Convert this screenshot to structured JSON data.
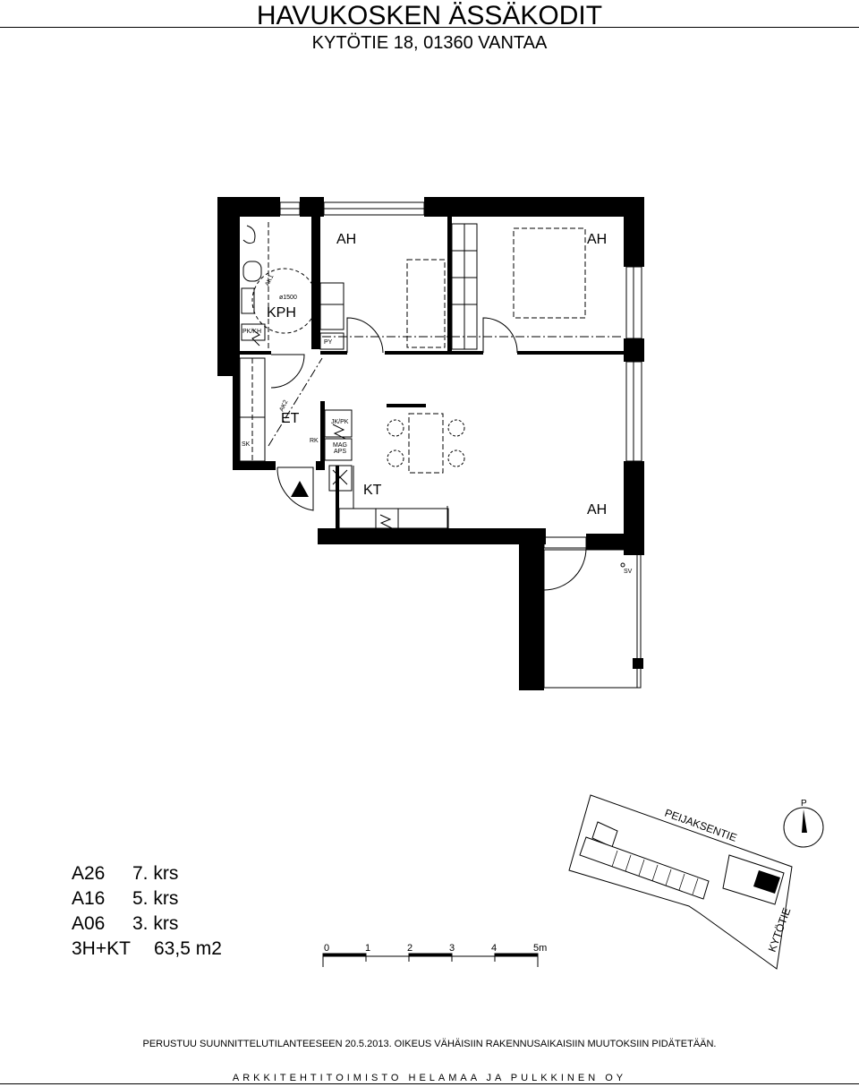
{
  "header": {
    "title": "HAVUKOSKEN ÄSSÄKODIT",
    "address": "KYTÖTIE  18, 01360 VANTAA"
  },
  "rooms": {
    "ah1": "AH",
    "ah2": "AH",
    "ah3": "AH",
    "kph": "KPH",
    "et": "ET",
    "kt": "KT"
  },
  "fixtures": {
    "turning_circle": "ø1500",
    "ak1": "AK1",
    "ak2": "AK2",
    "pk_kh": "PK/KH",
    "py": "PY",
    "sk": "SK",
    "rk": "RK",
    "jk_pk": "JK/PK",
    "mag": "MAG",
    "aps": "APS",
    "sv": "SV"
  },
  "units": [
    {
      "code": "A26",
      "floor": "7. krs"
    },
    {
      "code": "A16",
      "floor": "5. krs"
    },
    {
      "code": "A06",
      "floor": "3. krs"
    }
  ],
  "summary": {
    "type": "3H+KT",
    "area": "63,5  m2"
  },
  "scale_bar": {
    "ticks": [
      "0",
      "1",
      "2",
      "3",
      "4",
      "5m"
    ]
  },
  "site_map": {
    "north": "P",
    "street1": "PEIJAKSENTIE",
    "street2": "KYTÖTIE"
  },
  "note": "PERUSTUU SUUNNITTELUTILANTEESEEN 20.5.2013. OIKEUS VÄHÄISIIN RAKENNUSAIKAISIIN MUUTOKSIIN PIDÄTETÄÄN.",
  "footer": "ARKKITEHTITOIMISTO HELAMAA JA PULKKINEN OY"
}
